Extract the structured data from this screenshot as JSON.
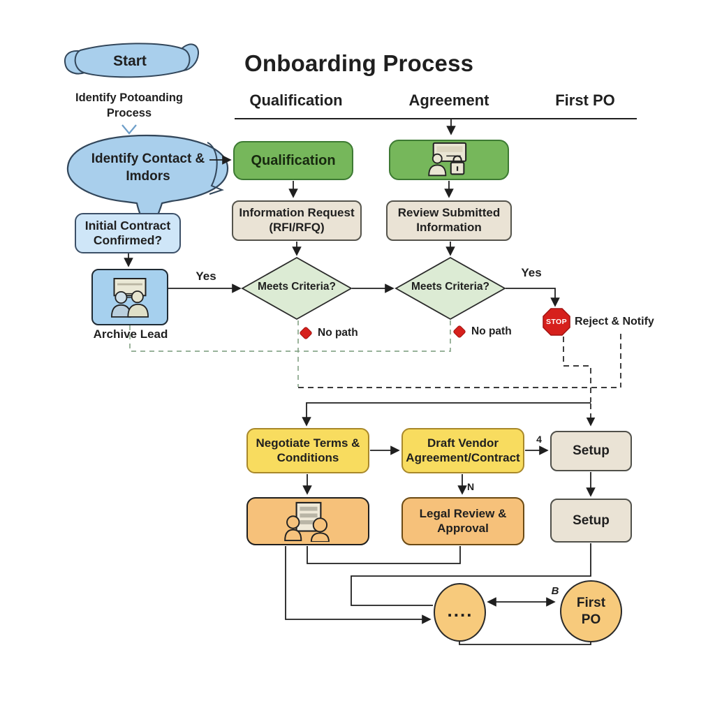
{
  "title": "Onboarding Process",
  "columns": {
    "c1": "Qualification",
    "c2": "Agreement",
    "c3": "First PO"
  },
  "nodes": {
    "start": "Start",
    "start_caption": "Identify Potoanding Process",
    "contact": "Identify Contact & Imdors",
    "initial": "Initial Contract Confirmed?",
    "archive": "Archive Lead",
    "qualification": "Qualification",
    "info_request": "Information Request (RFI/RFQ)",
    "review": "Review Submitted Information",
    "criteria1": "Meets Criteria?",
    "criteria2": "Meets Criteria?",
    "stop": "STOP",
    "reject": "Reject & Notify",
    "negotiate": "Negotiate Terms & Conditions",
    "draft": "Draft Vendor Agreement/Contract",
    "legal": "Legal Review & Approval",
    "setup1": "Setup",
    "setup2": "Setup",
    "dots": "....",
    "first_po": "First PO"
  },
  "edge_labels": {
    "yes1": "Yes",
    "yes2": "Yes",
    "no1": "No path",
    "no2": "No path",
    "four": "4",
    "n": "N",
    "b": "B"
  },
  "icons": {
    "start_ribbon": "banner-ribbon-icon",
    "contact_bubble": "speech-bubble-icon",
    "archive_lead": "meeting-whiteboard-people-icon",
    "secure_review": "monitor-person-padlock-icon",
    "contract_discussion": "document-two-people-icon",
    "stop_sign": "stop-octagon-icon",
    "no_path_marker": "red-diamond-icon"
  },
  "colors": {
    "green": "#76b75b",
    "greenBorder": "#3d7a33",
    "tan": "#eae3d5",
    "tanBorder": "#55544c",
    "blue": "#a9cfec",
    "blueBorder": "#32465a",
    "lightblue": "#cfe6f8",
    "ablue": "#a6d0ee",
    "diamond": "#dcebd4",
    "yellow": "#f8dc5f",
    "yellowBorder": "#a8882a",
    "orange": "#f6c17a",
    "orangeBorder": "#6b4a14",
    "peach": "#f7ca7c",
    "red": "#d6201c",
    "greenDash": "#8aa78c",
    "ink": "#1f1f1f"
  }
}
